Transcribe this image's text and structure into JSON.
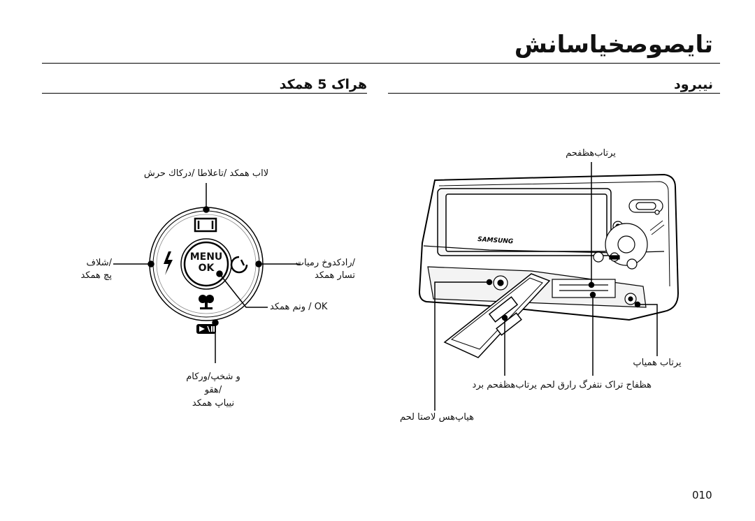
{
  "header": {
    "title": "تایصوصخیاسانش"
  },
  "sections": {
    "right_title": "نیبرود",
    "left_title": "هراک 5 همکد"
  },
  "camera": {
    "brand": "SAMSUNG",
    "labels": {
      "strap": "یرتاب همیاپ",
      "battery_top": "یرتاب‌هظفحم",
      "battery_cover": "یرتاب‌هظفحم برد",
      "card_slot": "هظفاح تراک نتفرگ رارق لحم",
      "tripod": "هیاپ‌هس لاصتا لحم"
    }
  },
  "dial": {
    "center_top": "MENU",
    "center_bottom": "OK",
    "labels": {
      "top": "لااب همکد /تاعلاطا /دركاك حرش",
      "left": "/شلاف\nپچ همکد",
      "right": "/رادکدوخ رمیات\nتسار همکد",
      "ok": "OK / ونم همکد",
      "bottom": "و شخپ/ورکام\n/هقو\nنییاپ همکد"
    }
  },
  "page": {
    "number": "010"
  }
}
